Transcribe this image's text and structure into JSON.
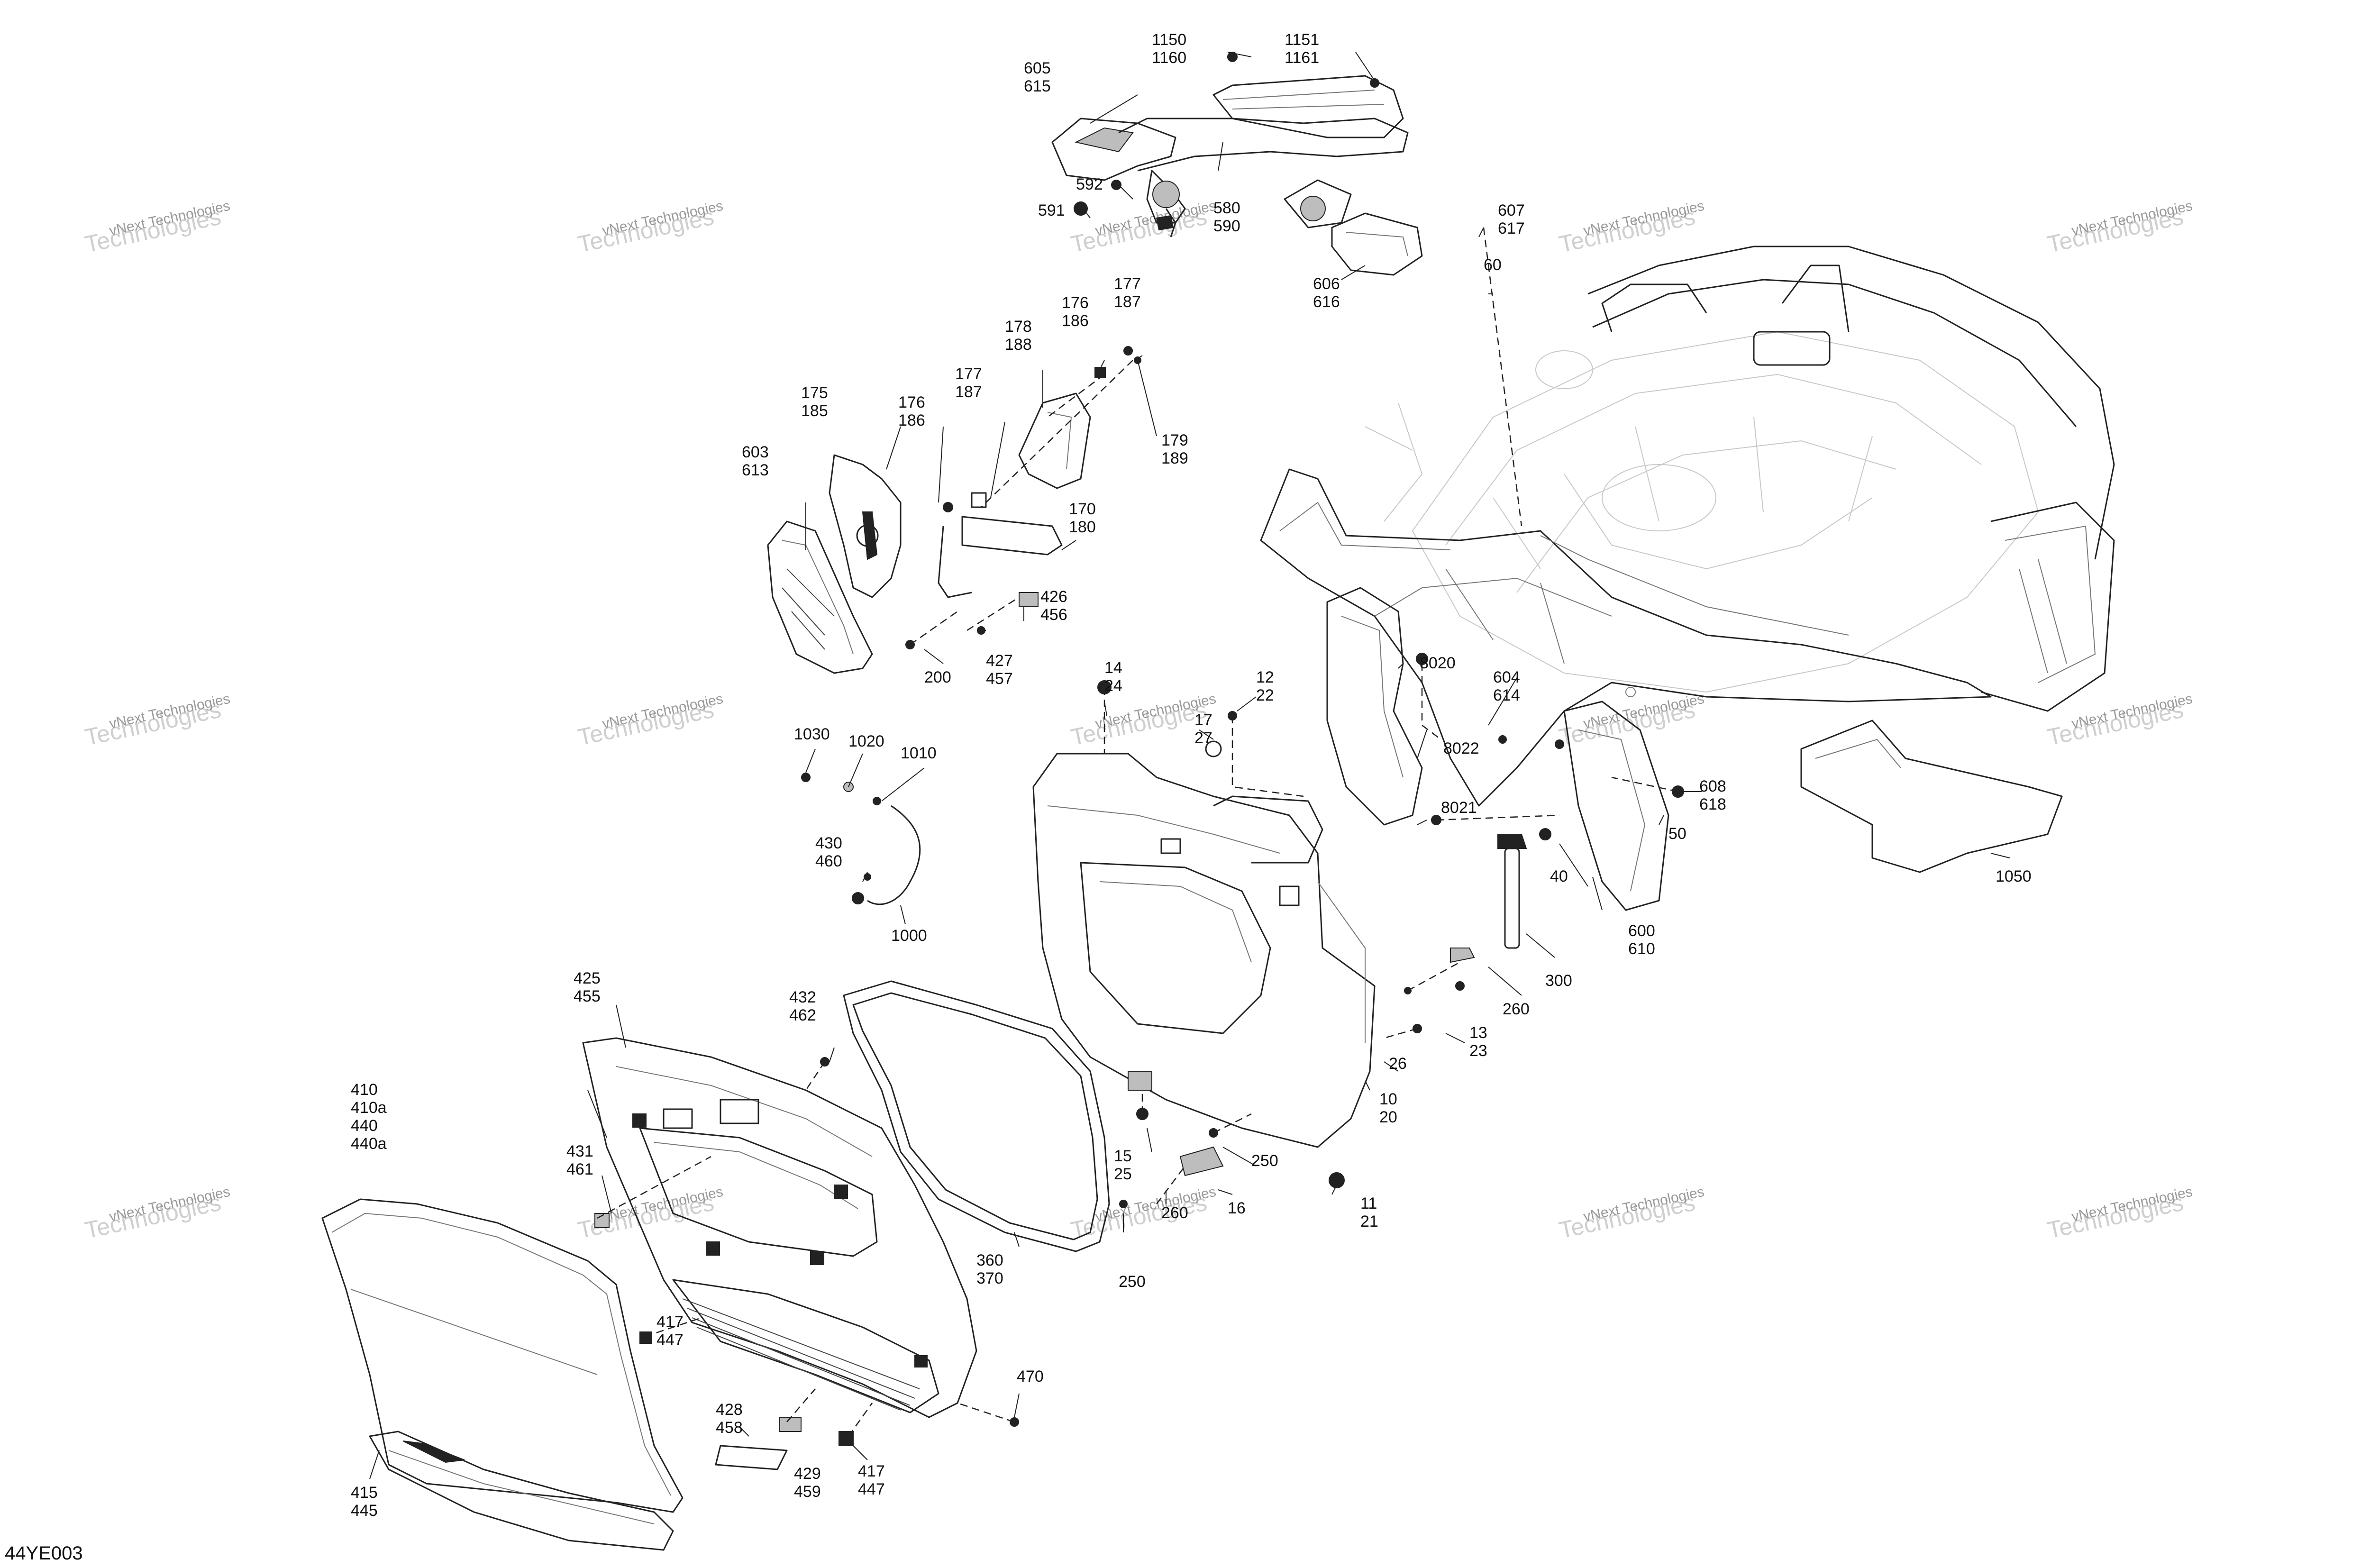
{
  "watermark": {
    "line1": "vNext Technologies",
    "line2": "Technologies"
  },
  "diagram_code": "44YE003",
  "callouts": [
    {
      "id": "c1150",
      "lines": [
        "1150",
        "1160"
      ]
    },
    {
      "id": "c1151",
      "lines": [
        "1151",
        "1161"
      ]
    },
    {
      "id": "c605",
      "lines": [
        "605",
        "615"
      ]
    },
    {
      "id": "c592",
      "lines": [
        "592"
      ]
    },
    {
      "id": "c591",
      "lines": [
        "591"
      ]
    },
    {
      "id": "c580",
      "lines": [
        "580",
        "590"
      ]
    },
    {
      "id": "c606",
      "lines": [
        "606",
        "616"
      ]
    },
    {
      "id": "c607",
      "lines": [
        "607",
        "617"
      ]
    },
    {
      "id": "c60",
      "lines": [
        "60"
      ]
    },
    {
      "id": "c177a",
      "lines": [
        "177",
        "187"
      ]
    },
    {
      "id": "c176a",
      "lines": [
        "176",
        "186"
      ]
    },
    {
      "id": "c178",
      "lines": [
        "178",
        "188"
      ]
    },
    {
      "id": "c175",
      "lines": [
        "175",
        "185"
      ]
    },
    {
      "id": "c176b",
      "lines": [
        "176",
        "186"
      ]
    },
    {
      "id": "c177b",
      "lines": [
        "177",
        "187"
      ]
    },
    {
      "id": "c179",
      "lines": [
        "179",
        "189"
      ]
    },
    {
      "id": "c603",
      "lines": [
        "603",
        "613"
      ]
    },
    {
      "id": "c170",
      "lines": [
        "170",
        "180"
      ]
    },
    {
      "id": "c426",
      "lines": [
        "426",
        "456"
      ]
    },
    {
      "id": "c427",
      "lines": [
        "427",
        "457"
      ]
    },
    {
      "id": "c200",
      "lines": [
        "200"
      ]
    },
    {
      "id": "c14",
      "lines": [
        "14",
        "24"
      ]
    },
    {
      "id": "c12",
      "lines": [
        "12",
        "22"
      ]
    },
    {
      "id": "c17",
      "lines": [
        "17",
        "27"
      ]
    },
    {
      "id": "c8020",
      "lines": [
        "8020"
      ]
    },
    {
      "id": "c604",
      "lines": [
        "604",
        "614"
      ]
    },
    {
      "id": "c8022",
      "lines": [
        "8022"
      ]
    },
    {
      "id": "c8021",
      "lines": [
        "8021"
      ]
    },
    {
      "id": "c608",
      "lines": [
        "608",
        "618"
      ]
    },
    {
      "id": "c50",
      "lines": [
        "50"
      ]
    },
    {
      "id": "c40",
      "lines": [
        "40"
      ]
    },
    {
      "id": "c1050",
      "lines": [
        "1050"
      ]
    },
    {
      "id": "c600",
      "lines": [
        "600",
        "610"
      ]
    },
    {
      "id": "c300",
      "lines": [
        "300"
      ]
    },
    {
      "id": "c1030",
      "lines": [
        "1030"
      ]
    },
    {
      "id": "c1020",
      "lines": [
        "1020"
      ]
    },
    {
      "id": "c1010",
      "lines": [
        "1010"
      ]
    },
    {
      "id": "c430",
      "lines": [
        "430",
        "460"
      ]
    },
    {
      "id": "c1000",
      "lines": [
        "1000"
      ]
    },
    {
      "id": "c425",
      "lines": [
        "425",
        "455"
      ]
    },
    {
      "id": "c432",
      "lines": [
        "432",
        "462"
      ]
    },
    {
      "id": "c260a",
      "lines": [
        "260"
      ]
    },
    {
      "id": "c13",
      "lines": [
        "13",
        "23"
      ]
    },
    {
      "id": "c26",
      "lines": [
        "26"
      ]
    },
    {
      "id": "c10",
      "lines": [
        "10",
        "20"
      ]
    },
    {
      "id": "c410",
      "lines": [
        "410",
        "410a",
        "440",
        "440a"
      ]
    },
    {
      "id": "c431",
      "lines": [
        "431",
        "461"
      ]
    },
    {
      "id": "c15",
      "lines": [
        "15",
        "25"
      ]
    },
    {
      "id": "c250a",
      "lines": [
        "250"
      ]
    },
    {
      "id": "c11",
      "lines": [
        "11",
        "21"
      ]
    },
    {
      "id": "c16",
      "lines": [
        "16"
      ]
    },
    {
      "id": "c260b",
      "lines": [
        "260"
      ]
    },
    {
      "id": "c360",
      "lines": [
        "360",
        "370"
      ]
    },
    {
      "id": "c250b",
      "lines": [
        "250"
      ]
    },
    {
      "id": "c417a",
      "lines": [
        "417",
        "447"
      ]
    },
    {
      "id": "c470",
      "lines": [
        "470"
      ]
    },
    {
      "id": "c428",
      "lines": [
        "428",
        "458"
      ]
    },
    {
      "id": "c429",
      "lines": [
        "429",
        "459"
      ]
    },
    {
      "id": "c417b",
      "lines": [
        "417",
        "447"
      ]
    },
    {
      "id": "c415",
      "lines": [
        "415",
        "445"
      ]
    }
  ]
}
